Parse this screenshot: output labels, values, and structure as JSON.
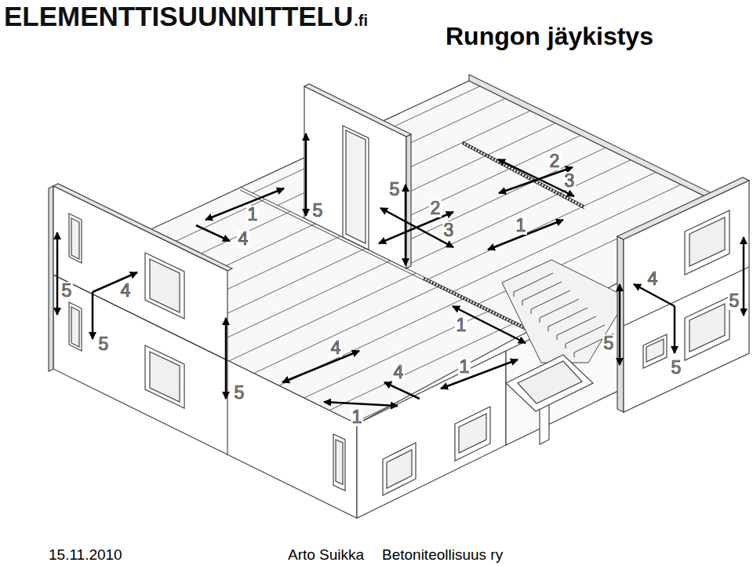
{
  "diagram": {
    "title": "Rungon jäykistys",
    "labels": [
      "ELEMENTTISUUNNITTELU",
      ".fi",
      "2",
      "3",
      "5",
      "2",
      "5",
      "1",
      "1",
      "3",
      "4",
      "4",
      "5",
      "4",
      "5",
      "1",
      "5",
      "5",
      "4",
      "1",
      "5",
      "4",
      "5",
      "1",
      "15.11.2010",
      "Arto Suikka",
      "Betoniteollisuus ry"
    ]
  }
}
